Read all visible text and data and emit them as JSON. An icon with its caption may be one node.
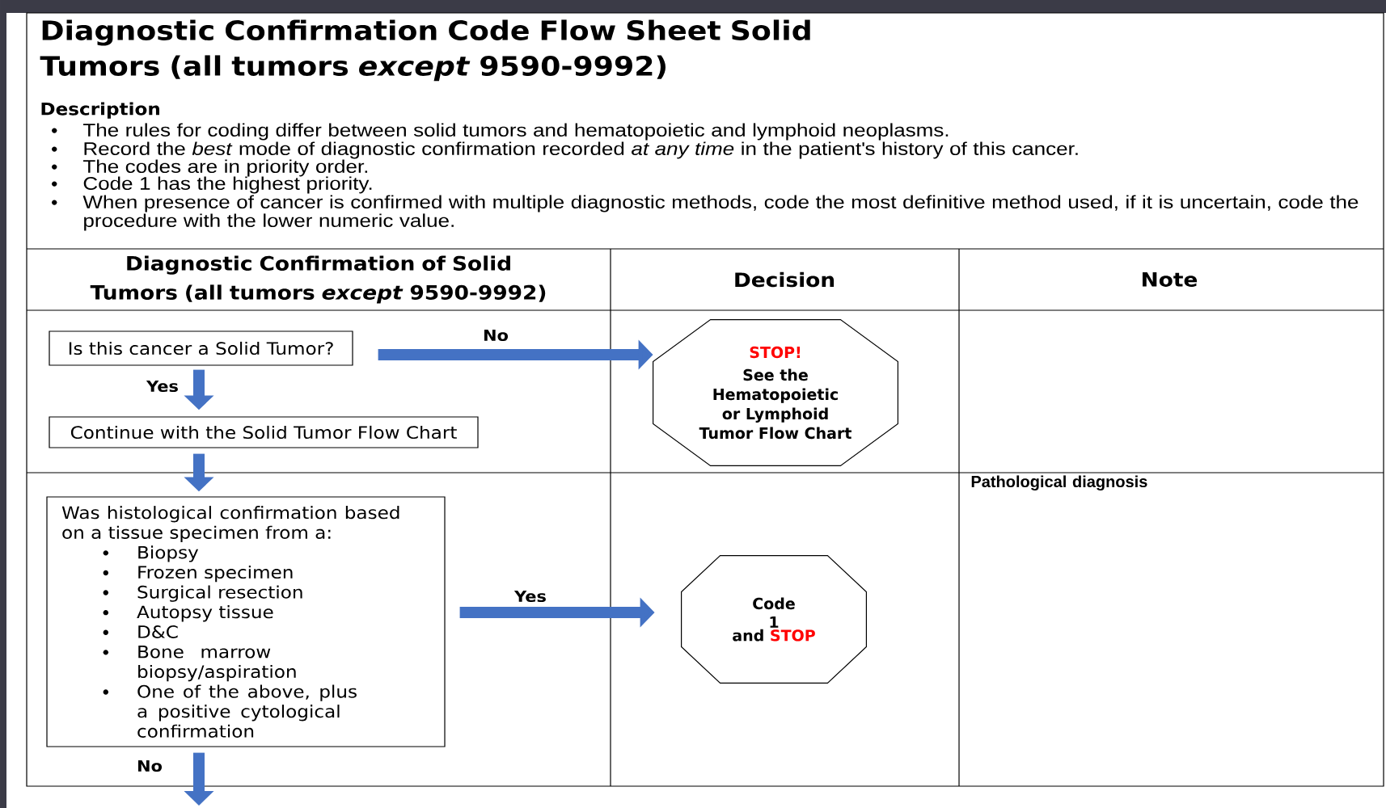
{
  "diagram": {
    "title": "Diagnostic Confirmation Code Flow Sheet Solid Tumors (all tumors *except* 9590-9992)",
    "nodes": [
      {
        "text": [
          "Is this cancer a Solid Tumor?"
        ]
      },
      {
        "text": [
          "Continue with the Solid Tumor Flow Chart"
        ]
      },
      {
        "text": [
          "STOP!",
          "See the Hematopoietic or Lymphoid Tumor Flow Chart"
        ]
      },
      {
        "text": [
          "Was histological confirmation based on a tissue specimen from a:",
          "Biopsy",
          "Frozen specimen",
          "Surgical resection",
          "Autopsy tissue",
          "D&C",
          "Bone marrow biopsy/aspiration",
          "One of the above, plus a positive cytological confirmation"
        ]
      },
      {
        "text": [
          "Code 1",
          "and",
          "STOP"
        ]
      }
    ],
    "edges": [
      {
        "from": 0,
        "to": 2,
        "arrow": "to",
        "label": "No"
      },
      {
        "from": 0,
        "to": 1,
        "arrow": "to",
        "label": "Yes"
      },
      {
        "from": 1,
        "to": 3,
        "arrow": "to"
      },
      {
        "from": 3,
        "to": 4,
        "arrow": "to",
        "label": "Yes"
      },
      {
        "from": 3,
        "to": null,
        "arrow": "to",
        "label": "No"
      }
    ],
    "labels": [
      "Description",
      "The rules for coding differ between solid tumors and hematopoietic and lymphoid neoplasms.",
      "Record the *best* mode of diagnostic confirmation recorded *at any time* in the patient's history of this cancer.",
      "The codes are in priority order.",
      "Code 1 has the highest priority.",
      "When presence of cancer is confirmed with multiple diagnostic methods, code the most definitive method used, if it is uncertain, code the procedure with the lower numeric value.",
      "Diagnostic Confirmation of Solid Tumors (all tumors *except* 9590-9992)",
      "Decision",
      "Note",
      "Pathological diagnosis"
    ]
  }
}
